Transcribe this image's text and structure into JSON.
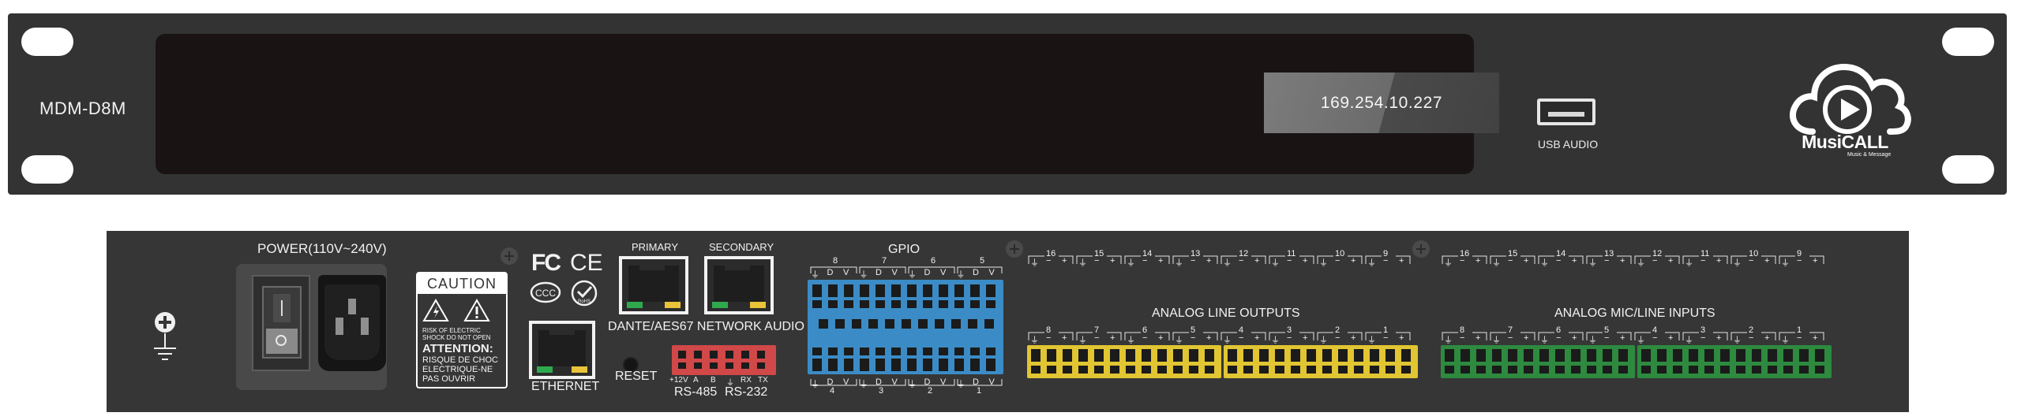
{
  "front_panel": {
    "model": "MDM-D8M",
    "display_ip": "169.254.10.227",
    "usb_label": "USB AUDIO",
    "brand_name": "MusiCALL",
    "brand_tagline": "Music & Message",
    "panel_color": "#333333",
    "window_color": "#191314"
  },
  "rear_panel": {
    "power_label": "POWER(110V~240V)",
    "caution": {
      "title": "CAUTION",
      "warning_line1": "RISK OF ELECTRIC",
      "warning_line2": "SHOCK DO NOT OPEN",
      "attention": "ATTENTION:",
      "french_line1": "RISQUE DE CHOC",
      "french_line2": "ELECTRIQUE-NE",
      "french_line3": "PAS OUVRIR"
    },
    "cert_marks": [
      "FC",
      "CE",
      "CCC",
      "RoHS"
    ],
    "ethernet_label": "ETHERNET",
    "primary_label": "PRIMARY",
    "secondary_label": "SECONDARY",
    "network_label": "DANTE/AES67 NETWORK AUDIO",
    "reset_label": "RESET",
    "rs_pin_labels": [
      "+12V",
      "A",
      "B",
      "⏚",
      "RX",
      "TX"
    ],
    "rs485_label": "RS-485",
    "rs232_label": "RS-232",
    "gpio_label": "GPIO",
    "gpio_top_numbers": [
      "8",
      "7",
      "6",
      "5"
    ],
    "gpio_bottom_numbers": [
      "4",
      "3",
      "2",
      "1"
    ],
    "gpio_pin_letters": [
      "⏚",
      "D",
      "V",
      "⏚",
      "D",
      "V",
      "⏚",
      "D",
      "V",
      "⏚",
      "D",
      "V"
    ],
    "outputs_label": "ANALOG LINE OUTPUTS",
    "inputs_label": "ANALOG MIC/LINE INPUTS",
    "upper_channel_numbers": [
      "16",
      "15",
      "14",
      "13",
      "12",
      "11",
      "10",
      "9"
    ],
    "lower_channel_numbers": [
      "8",
      "7",
      "6",
      "5",
      "4",
      "3",
      "2",
      "1"
    ],
    "channel_pin_letters": [
      "⏚",
      "−",
      "+"
    ],
    "colors": {
      "gpio_block": "#3b8cc6",
      "rs_block": "#d04848",
      "output_block": "#e1c532",
      "input_block": "#2d8a3f",
      "rear_panel": "#363636"
    }
  }
}
